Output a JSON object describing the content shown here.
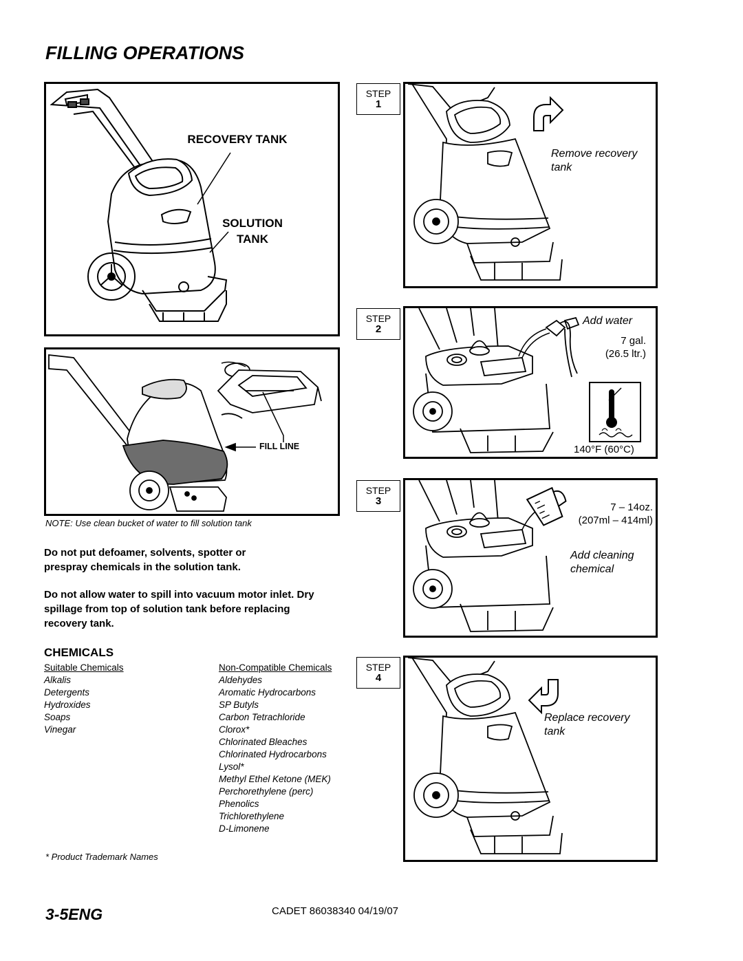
{
  "page": {
    "title": "FILLING OPERATIONS",
    "footer_page": "3-5ENG",
    "footer_doc": "CADET 86038340  04/19/07"
  },
  "diagram_main": {
    "label_recovery": "RECOVERY TANK",
    "label_solution_line1": "SOLUTION",
    "label_solution_line2": "TANK"
  },
  "diagram_fill": {
    "label_fill_line": "FILL LINE",
    "note": "NOTE: Use clean bucket of water to fill solution tank"
  },
  "warnings": {
    "w1_line1": "Do not put defoamer, solvents, spotter or",
    "w1_line2": "prespray chemicals in the solution tank.",
    "w2_line1": "Do not allow water to spill into vacuum motor inlet.  Dry",
    "w2_line2": "spillage from top of solution tank before replacing",
    "w2_line3": "recovery tank."
  },
  "chemicals": {
    "heading": "CHEMICALS",
    "suitable_header": "Suitable Chemicals",
    "suitable": [
      "Alkalis",
      "Detergents",
      "Hydroxides",
      "Soaps",
      "Vinegar"
    ],
    "noncompatible_header": "Non-Compatible Chemicals",
    "noncompatible": [
      "Aldehydes",
      "Aromatic Hydrocarbons",
      "SP Butyls",
      "Carbon Tetrachloride",
      "Clorox*",
      "Chlorinated Bleaches",
      "Chlorinated Hydrocarbons",
      "Lysol*",
      "Methyl Ethel Ketone  (MEK)",
      "Perchorethylene (perc)",
      "Phenolics",
      "Trichlorethylene",
      "D-Limonene"
    ],
    "footnote": "* Product Trademark Names"
  },
  "steps": [
    {
      "step_label": "STEP",
      "number": "1",
      "caption_line1": "Remove recovery",
      "caption_line2": "tank",
      "icon": "curved-arrow-up-right-icon"
    },
    {
      "step_label": "STEP",
      "number": "2",
      "caption": "Add water",
      "amount_line1": "7 gal.",
      "amount_line2": "(26.5 ltr.)",
      "temp": "140°F (60°C)",
      "icon": "thermometer-icon"
    },
    {
      "step_label": "STEP",
      "number": "3",
      "amount_line1": "7 – 14oz.",
      "amount_line2": "(207ml – 414ml)",
      "caption_line1": "Add cleaning",
      "caption_line2": "chemical",
      "icon": "measuring-cup-icon"
    },
    {
      "step_label": "STEP",
      "number": "4",
      "caption_line1": "Replace recovery",
      "caption_line2": "tank",
      "icon": "curved-arrow-down-left-icon"
    }
  ]
}
